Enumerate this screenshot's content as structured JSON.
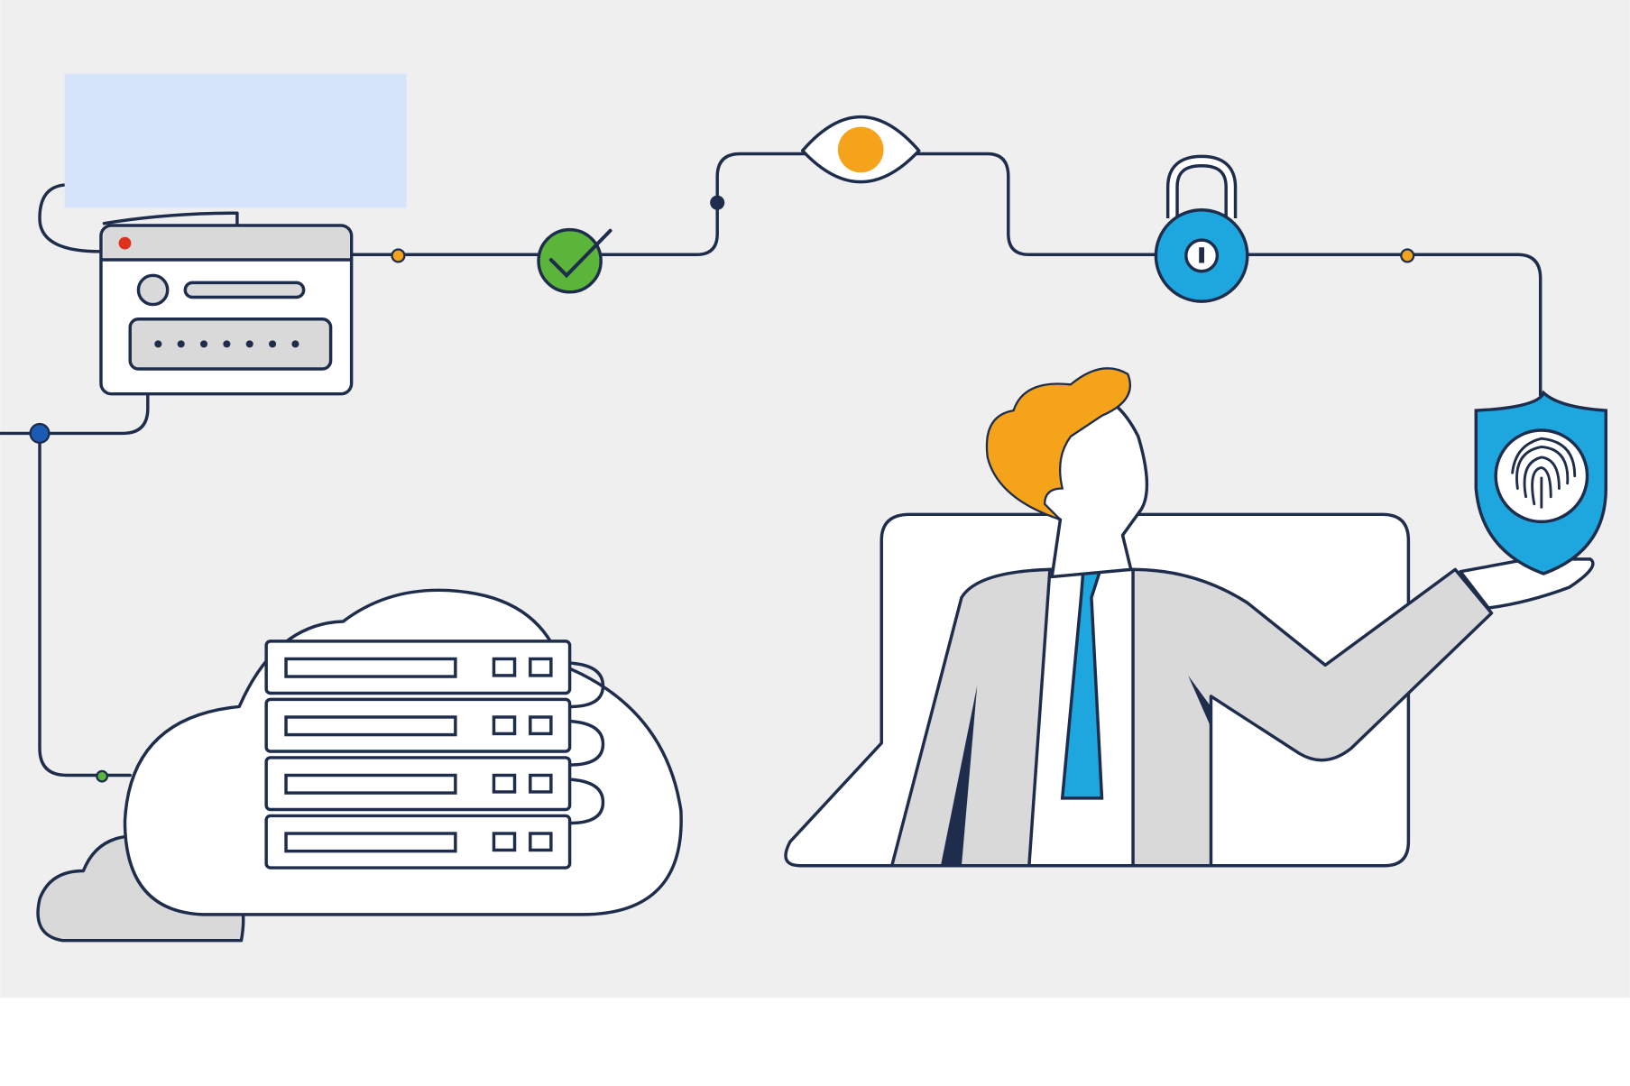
{
  "illustration": {
    "theme": "secure authentication network",
    "password_dot_count": 7,
    "server_units": 4
  },
  "colors": {
    "background": "#efefef",
    "outline": "#1f2d4d",
    "blue": "#1ea7df",
    "orange": "#f5a31a",
    "green": "#5bb53a",
    "gray_fill": "#d9d9d9",
    "highlight_box": "#d6e4fb"
  }
}
